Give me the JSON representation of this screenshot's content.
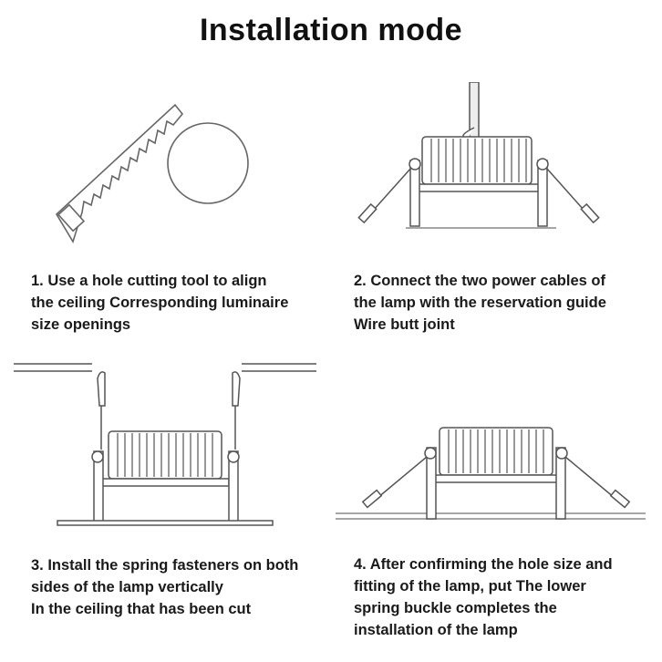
{
  "title": "Installation mode",
  "steps": [
    {
      "lines": [
        "1. Use a hole cutting tool to align",
        "the ceiling Corresponding luminaire",
        "size openings"
      ]
    },
    {
      "lines": [
        "2. Connect the two power cables of",
        "the lamp with the reservation guide",
        "Wire butt joint"
      ]
    },
    {
      "lines": [
        "3. Install the spring fasteners on both",
        "sides of the lamp vertically",
        "In the ceiling that has been cut"
      ]
    },
    {
      "lines": [
        "4. After confirming the hole size and",
        "fitting of the lamp, put The lower",
        "spring buckle completes the",
        "installation of the lamp"
      ]
    }
  ]
}
